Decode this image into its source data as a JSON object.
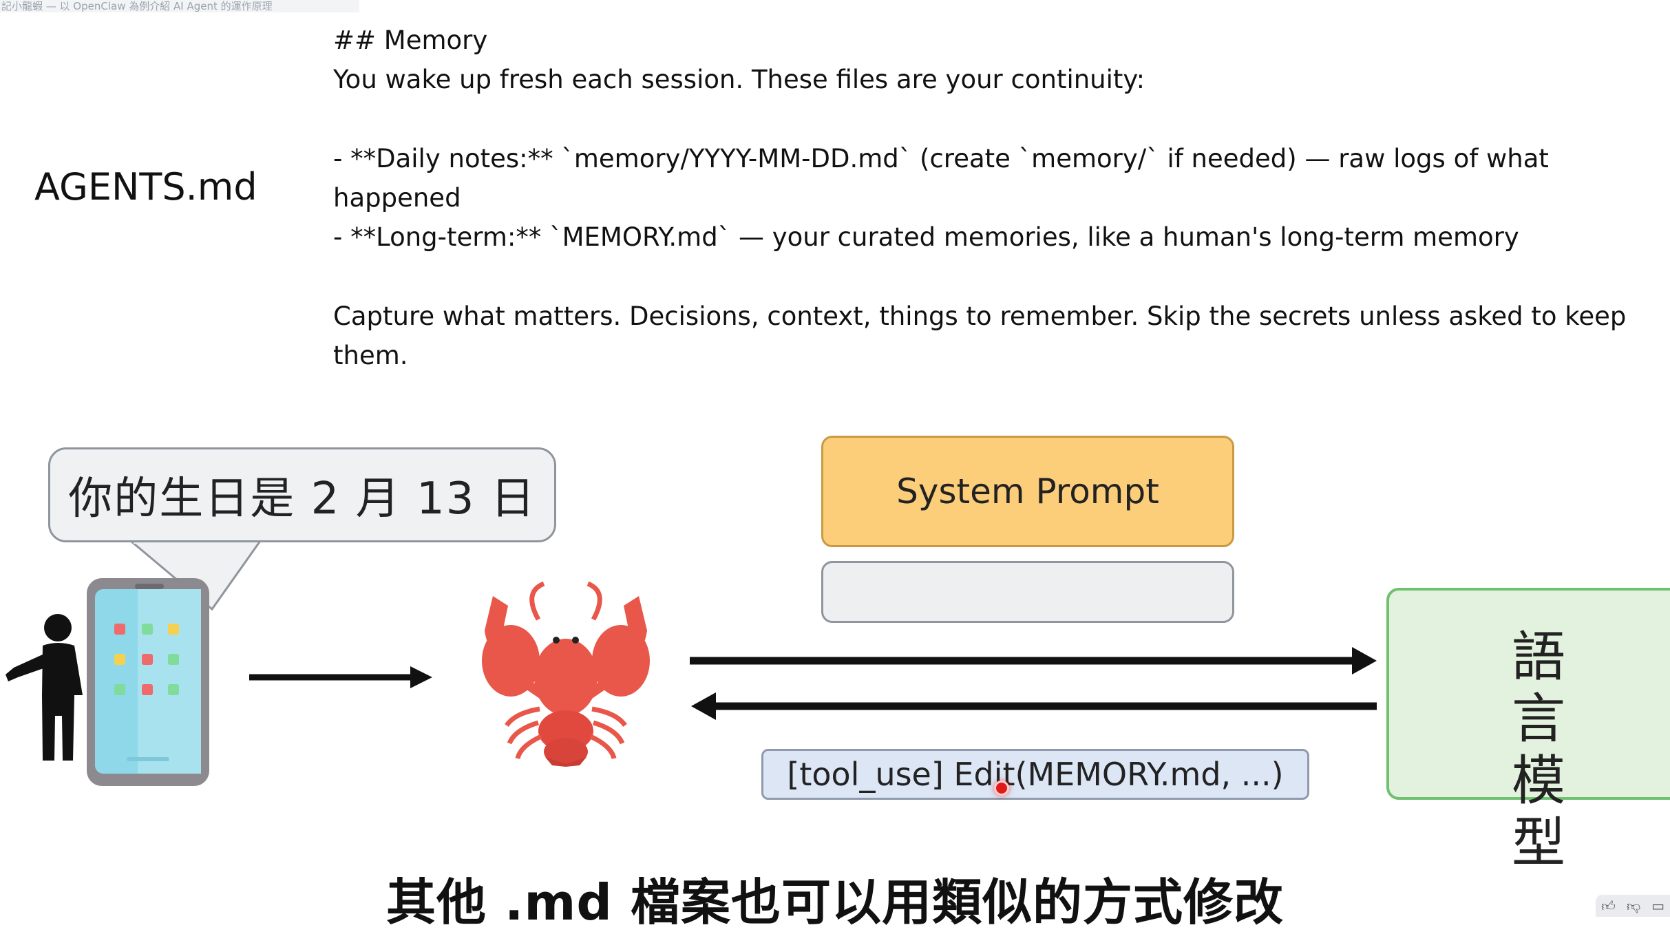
{
  "window_title": "記小龍蝦 — 以 OpenClaw 為例介紹 AI Agent 的運作原理",
  "file_label": "AGENTS.md",
  "memory_doc": {
    "heading": "## Memory",
    "intro": "You wake up fresh each session. These files are your continuity:",
    "bullet1_line1": "- **Daily notes:** `memory/YYYY-MM-DD.md` (create `memory/` if needed) — raw logs of what",
    "bullet1_line2": "happened",
    "bullet2": "- **Long-term:** `MEMORY.md` — your curated memories, like a human's long-term memory",
    "closing_line1": "Capture what matters. Decisions, context, things to remember. Skip the secrets unless asked to keep",
    "closing_line2": "them."
  },
  "speech_bubble": "你的生日是 2 月 13 日",
  "system_prompt_label": "System Prompt",
  "tool_use_label": "[tool_use] Edit(MEMORY.md, ...)",
  "language_model": {
    "line1": "語言",
    "line2": "模型"
  },
  "caption": "其他 .md 檔案也可以用類似的方式修改",
  "icons": {
    "person": "person-icon",
    "phone": "smartphone-icon",
    "lobster": "lobster-icon",
    "thumbs_up": "thumbs-up-icon",
    "thumbs_down": "thumbs-down-icon",
    "comment": "comment-icon"
  },
  "colors": {
    "system_prompt_fill": "#fcce7a",
    "model_fill": "#e3f2df",
    "model_border": "#6fc06f",
    "tool_fill": "#dce6f5",
    "lobster": "#e8574a"
  }
}
